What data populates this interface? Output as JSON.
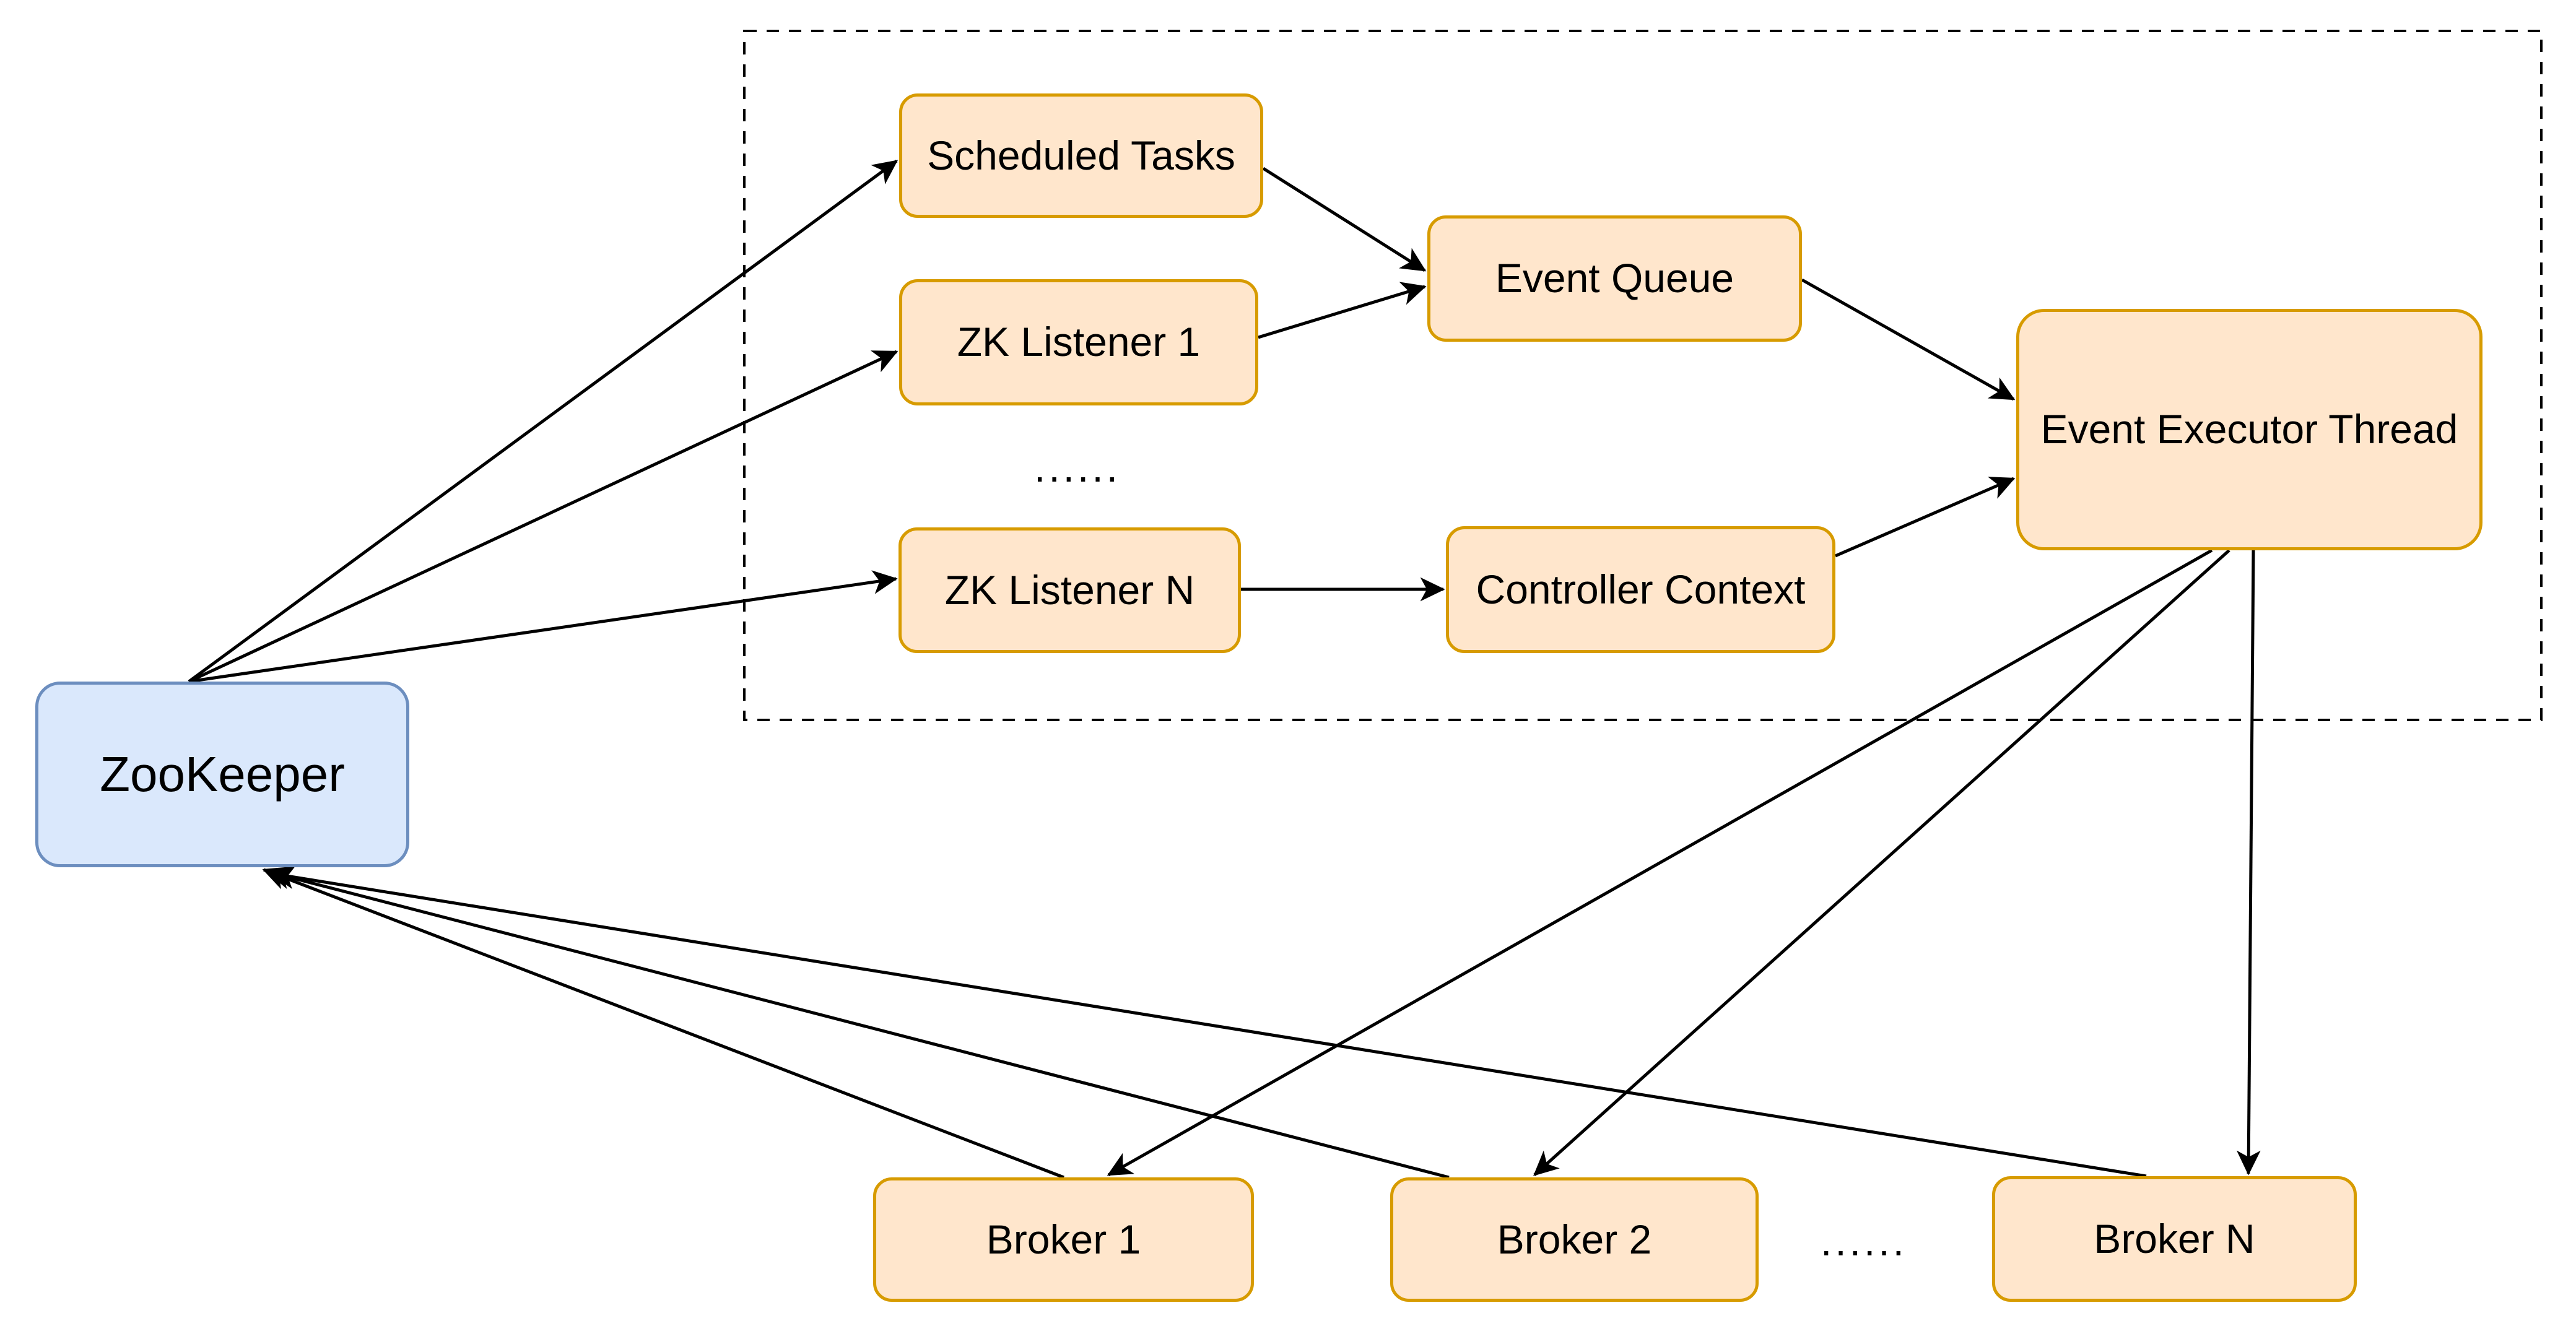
{
  "diagram": {
    "title_implied": "Kafka Controller / ZooKeeper interaction diagram",
    "colors": {
      "background": "#ffffff",
      "component_fill": "#ffe6cc",
      "component_border": "#d79b00",
      "zookeeper_fill": "#dae8fc",
      "zookeeper_border": "#6c8ebf",
      "edge": "#000000"
    },
    "nodes": {
      "zookeeper": {
        "label": "ZooKeeper"
      },
      "scheduled_tasks": {
        "label": "Scheduled Tasks"
      },
      "zk_listener_1": {
        "label": "ZK Listener 1"
      },
      "zk_listener_n": {
        "label": "ZK Listener N"
      },
      "event_queue": {
        "label": "Event Queue"
      },
      "controller_context": {
        "label": "Controller Context"
      },
      "event_executor_thread": {
        "label": "Event Executor Thread"
      },
      "broker_1": {
        "label": "Broker 1"
      },
      "broker_2": {
        "label": "Broker 2"
      },
      "broker_n": {
        "label": "Broker N"
      }
    },
    "ellipsis_listeners": "......",
    "ellipsis_brokers": "......",
    "edges": [
      {
        "from": "zookeeper",
        "to": "scheduled_tasks"
      },
      {
        "from": "zookeeper",
        "to": "zk_listener_1"
      },
      {
        "from": "zookeeper",
        "to": "zk_listener_n"
      },
      {
        "from": "scheduled_tasks",
        "to": "event_queue"
      },
      {
        "from": "zk_listener_1",
        "to": "event_queue"
      },
      {
        "from": "zk_listener_n",
        "to": "controller_context"
      },
      {
        "from": "event_queue",
        "to": "event_executor_thread"
      },
      {
        "from": "controller_context",
        "to": "event_executor_thread"
      },
      {
        "from": "event_executor_thread",
        "to": "broker_1"
      },
      {
        "from": "event_executor_thread",
        "to": "broker_2"
      },
      {
        "from": "event_executor_thread",
        "to": "broker_n"
      },
      {
        "from": "broker_1",
        "to": "zookeeper"
      },
      {
        "from": "broker_2",
        "to": "zookeeper"
      },
      {
        "from": "broker_n",
        "to": "zookeeper"
      }
    ]
  }
}
